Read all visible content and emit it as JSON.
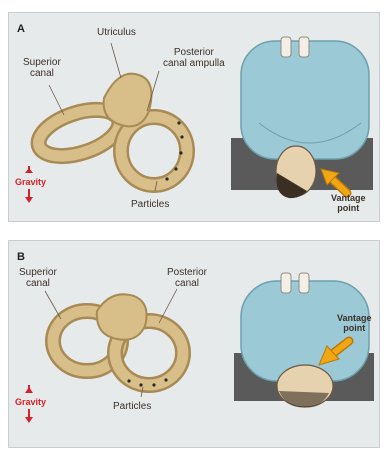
{
  "panelA": {
    "letter": "A",
    "label_utriculus": "Utriculus",
    "label_superior": "Superior\ncanal",
    "label_posterior": "Posterior\ncanal ampulla",
    "label_particles": "Particles",
    "label_gravity": "Gravity",
    "label_vantage": "Vantage\npoint"
  },
  "panelB": {
    "letter": "B",
    "label_superior": "Superior\ncanal",
    "label_posterior": "Posterior\ncanal",
    "label_particles": "Particles",
    "label_gravity": "Gravity",
    "label_vantage": "Vantage\npoint"
  },
  "colors": {
    "bone": "#d8bf8a",
    "bone_shadow": "#a88a55",
    "sheet": "#9cc9d6",
    "gravity": "#d2232a",
    "arrow": "#f2a614"
  }
}
